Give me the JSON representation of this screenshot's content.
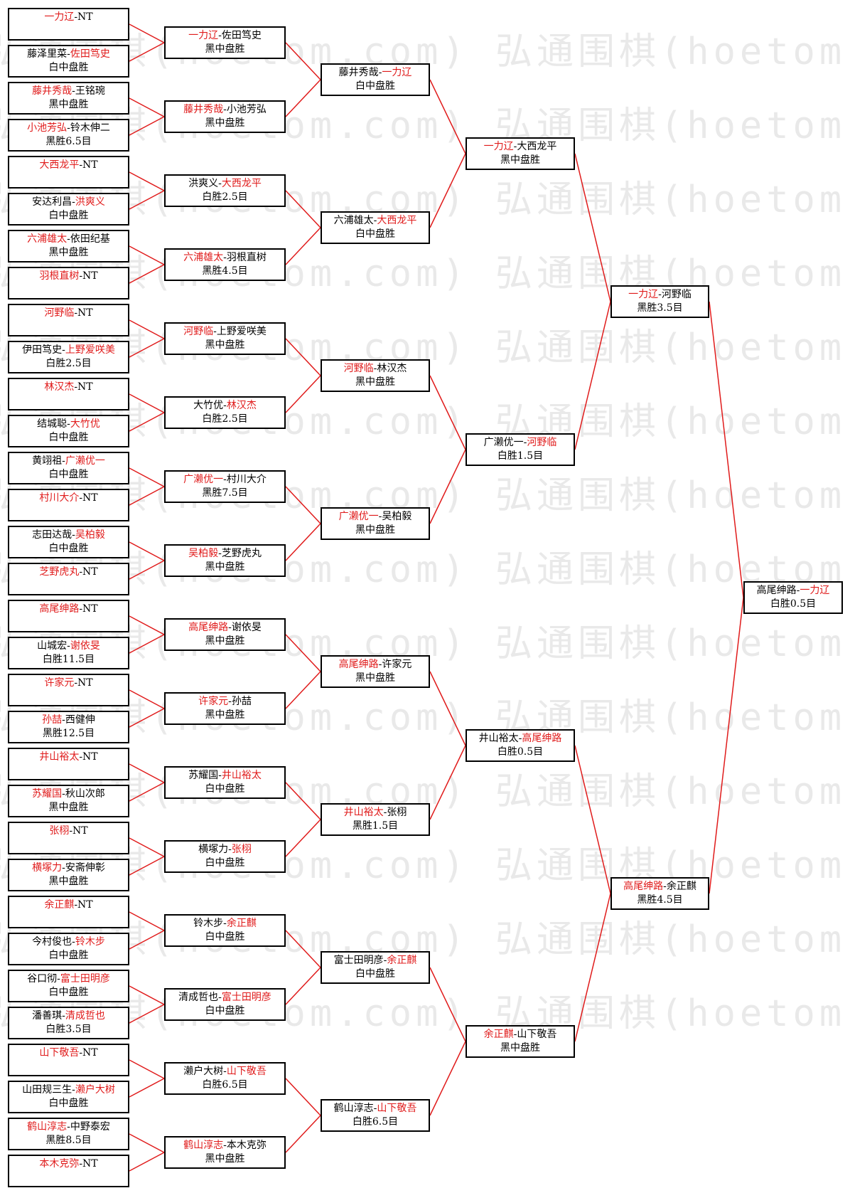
{
  "watermark": "弘通围棋(hoetom.com)",
  "colors": {
    "winner": "#e01b1b",
    "line": "#e01b1b",
    "border": "#000000"
  },
  "rounds": [
    [
      {
        "segments": [
          {
            "text": "一力辽",
            "win": true
          },
          {
            "text": "-NT",
            "win": false
          }
        ],
        "result": ""
      },
      {
        "segments": [
          {
            "text": "藤泽里菜-",
            "win": false
          },
          {
            "text": "佐田笃史",
            "win": true
          }
        ],
        "result": "白中盘胜"
      },
      {
        "segments": [
          {
            "text": "藤井秀哉",
            "win": true
          },
          {
            "text": "-王铭琬",
            "win": false
          }
        ],
        "result": "黑中盘胜"
      },
      {
        "segments": [
          {
            "text": "小池芳弘",
            "win": true
          },
          {
            "text": "-铃木伸二",
            "win": false
          }
        ],
        "result": "黑胜6.5目"
      },
      {
        "segments": [
          {
            "text": "大西龙平",
            "win": true
          },
          {
            "text": "-NT",
            "win": false
          }
        ],
        "result": ""
      },
      {
        "segments": [
          {
            "text": "安达利昌-",
            "win": false
          },
          {
            "text": "洪爽义",
            "win": true
          }
        ],
        "result": "白中盘胜"
      },
      {
        "segments": [
          {
            "text": "六浦雄太",
            "win": true
          },
          {
            "text": "-依田纪基",
            "win": false
          }
        ],
        "result": "黑中盘胜"
      },
      {
        "segments": [
          {
            "text": "羽根直树",
            "win": true
          },
          {
            "text": "-NT",
            "win": false
          }
        ],
        "result": ""
      },
      {
        "segments": [
          {
            "text": "河野临",
            "win": true
          },
          {
            "text": "-NT",
            "win": false
          }
        ],
        "result": ""
      },
      {
        "segments": [
          {
            "text": "伊田笃史-",
            "win": false
          },
          {
            "text": "上野爱咲美",
            "win": true
          }
        ],
        "result": "白胜2.5目"
      },
      {
        "segments": [
          {
            "text": "林汉杰",
            "win": true
          },
          {
            "text": "-NT",
            "win": false
          }
        ],
        "result": ""
      },
      {
        "segments": [
          {
            "text": "结城聪-",
            "win": false
          },
          {
            "text": "大竹优",
            "win": true
          }
        ],
        "result": "白中盘胜"
      },
      {
        "segments": [
          {
            "text": "黄翊祖-",
            "win": false
          },
          {
            "text": "广濑优一",
            "win": true
          }
        ],
        "result": "白中盘胜"
      },
      {
        "segments": [
          {
            "text": "村川大介",
            "win": true
          },
          {
            "text": "-NT",
            "win": false
          }
        ],
        "result": ""
      },
      {
        "segments": [
          {
            "text": "志田达哉-",
            "win": false
          },
          {
            "text": "吴柏毅",
            "win": true
          }
        ],
        "result": "白中盘胜"
      },
      {
        "segments": [
          {
            "text": "芝野虎丸",
            "win": true
          },
          {
            "text": "-NT",
            "win": false
          }
        ],
        "result": ""
      },
      {
        "segments": [
          {
            "text": "高尾绅路",
            "win": true
          },
          {
            "text": "-NT",
            "win": false
          }
        ],
        "result": ""
      },
      {
        "segments": [
          {
            "text": "山城宏-",
            "win": false
          },
          {
            "text": "谢依旻",
            "win": true
          }
        ],
        "result": "白胜11.5目"
      },
      {
        "segments": [
          {
            "text": "许家元",
            "win": true
          },
          {
            "text": "-NT",
            "win": false
          }
        ],
        "result": ""
      },
      {
        "segments": [
          {
            "text": "孙喆",
            "win": true
          },
          {
            "text": "-西健伸",
            "win": false
          }
        ],
        "result": "黑胜12.5目"
      },
      {
        "segments": [
          {
            "text": "井山裕太",
            "win": true
          },
          {
            "text": "-NT",
            "win": false
          }
        ],
        "result": ""
      },
      {
        "segments": [
          {
            "text": "苏耀国",
            "win": true
          },
          {
            "text": "-秋山次郎",
            "win": false
          }
        ],
        "result": "黑中盘胜"
      },
      {
        "segments": [
          {
            "text": "张栩",
            "win": true
          },
          {
            "text": "-NT",
            "win": false
          }
        ],
        "result": ""
      },
      {
        "segments": [
          {
            "text": "横塚力",
            "win": true
          },
          {
            "text": "-安斋伸彰",
            "win": false
          }
        ],
        "result": "黑中盘胜"
      },
      {
        "segments": [
          {
            "text": "余正麒",
            "win": true
          },
          {
            "text": "-NT",
            "win": false
          }
        ],
        "result": ""
      },
      {
        "segments": [
          {
            "text": "今村俊也-",
            "win": false
          },
          {
            "text": "铃木步",
            "win": true
          }
        ],
        "result": "白中盘胜"
      },
      {
        "segments": [
          {
            "text": "谷口彻-",
            "win": false
          },
          {
            "text": "富士田明彦",
            "win": true
          }
        ],
        "result": "白中盘胜"
      },
      {
        "segments": [
          {
            "text": "潘善琪-",
            "win": false
          },
          {
            "text": "清成哲也",
            "win": true
          }
        ],
        "result": "白胜3.5目"
      },
      {
        "segments": [
          {
            "text": "山下敬吾",
            "win": true
          },
          {
            "text": "-NT",
            "win": false
          }
        ],
        "result": ""
      },
      {
        "segments": [
          {
            "text": "山田规三生-",
            "win": false
          },
          {
            "text": "濑户大树",
            "win": true
          }
        ],
        "result": "白中盘胜"
      },
      {
        "segments": [
          {
            "text": "鹤山淳志",
            "win": true
          },
          {
            "text": "-中野泰宏",
            "win": false
          }
        ],
        "result": "黑胜8.5目"
      },
      {
        "segments": [
          {
            "text": "本木克弥",
            "win": true
          },
          {
            "text": "-NT",
            "win": false
          }
        ],
        "result": ""
      }
    ],
    [
      {
        "segments": [
          {
            "text": "一力辽",
            "win": true
          },
          {
            "text": "-佐田笃史",
            "win": false
          }
        ],
        "result": "黑中盘胜"
      },
      {
        "segments": [
          {
            "text": "藤井秀哉",
            "win": true
          },
          {
            "text": "-小池芳弘",
            "win": false
          }
        ],
        "result": "黑中盘胜"
      },
      {
        "segments": [
          {
            "text": "洪爽义-",
            "win": false
          },
          {
            "text": "大西龙平",
            "win": true
          }
        ],
        "result": "白胜2.5目"
      },
      {
        "segments": [
          {
            "text": "六浦雄太",
            "win": true
          },
          {
            "text": "-羽根直树",
            "win": false
          }
        ],
        "result": "黑胜4.5目"
      },
      {
        "segments": [
          {
            "text": "河野临",
            "win": true
          },
          {
            "text": "-上野爱咲美",
            "win": false
          }
        ],
        "result": "黑中盘胜"
      },
      {
        "segments": [
          {
            "text": "大竹优-",
            "win": false
          },
          {
            "text": "林汉杰",
            "win": true
          }
        ],
        "result": "白胜2.5目"
      },
      {
        "segments": [
          {
            "text": "广濑优一",
            "win": true
          },
          {
            "text": "-村川大介",
            "win": false
          }
        ],
        "result": "黑胜7.5目"
      },
      {
        "segments": [
          {
            "text": "吴柏毅",
            "win": true
          },
          {
            "text": "-芝野虎丸",
            "win": false
          }
        ],
        "result": "黑中盘胜"
      },
      {
        "segments": [
          {
            "text": "高尾绅路",
            "win": true
          },
          {
            "text": "-谢依旻",
            "win": false
          }
        ],
        "result": "黑中盘胜"
      },
      {
        "segments": [
          {
            "text": "许家元",
            "win": true
          },
          {
            "text": "-孙喆",
            "win": false
          }
        ],
        "result": "黑中盘胜"
      },
      {
        "segments": [
          {
            "text": "苏耀国-",
            "win": false
          },
          {
            "text": "井山裕太",
            "win": true
          }
        ],
        "result": "白中盘胜"
      },
      {
        "segments": [
          {
            "text": "横塚力-",
            "win": false
          },
          {
            "text": "张栩",
            "win": true
          }
        ],
        "result": "白中盘胜"
      },
      {
        "segments": [
          {
            "text": "铃木步-",
            "win": false
          },
          {
            "text": "余正麒",
            "win": true
          }
        ],
        "result": "白中盘胜"
      },
      {
        "segments": [
          {
            "text": "清成哲也-",
            "win": false
          },
          {
            "text": "富士田明彦",
            "win": true
          }
        ],
        "result": "白中盘胜"
      },
      {
        "segments": [
          {
            "text": "濑户大树-",
            "win": false
          },
          {
            "text": "山下敬吾",
            "win": true
          }
        ],
        "result": "白胜6.5目"
      },
      {
        "segments": [
          {
            "text": "鹤山淳志",
            "win": true
          },
          {
            "text": "-本木克弥",
            "win": false
          }
        ],
        "result": "黑中盘胜"
      }
    ],
    [
      {
        "segments": [
          {
            "text": "藤井秀哉-",
            "win": false
          },
          {
            "text": "一力辽",
            "win": true
          }
        ],
        "result": "白中盘胜"
      },
      {
        "segments": [
          {
            "text": "六浦雄太-",
            "win": false
          },
          {
            "text": "大西龙平",
            "win": true
          }
        ],
        "result": "白中盘胜"
      },
      {
        "segments": [
          {
            "text": "河野临",
            "win": true
          },
          {
            "text": "-林汉杰",
            "win": false
          }
        ],
        "result": "黑中盘胜"
      },
      {
        "segments": [
          {
            "text": "广濑优一",
            "win": true
          },
          {
            "text": "-吴柏毅",
            "win": false
          }
        ],
        "result": "黑中盘胜"
      },
      {
        "segments": [
          {
            "text": "高尾绅路",
            "win": true
          },
          {
            "text": "-许家元",
            "win": false
          }
        ],
        "result": "黑中盘胜"
      },
      {
        "segments": [
          {
            "text": "井山裕太",
            "win": true
          },
          {
            "text": "-张栩",
            "win": false
          }
        ],
        "result": "黑胜1.5目"
      },
      {
        "segments": [
          {
            "text": "富士田明彦-",
            "win": false
          },
          {
            "text": "余正麒",
            "win": true
          }
        ],
        "result": "白中盘胜"
      },
      {
        "segments": [
          {
            "text": "鹤山淳志-",
            "win": false
          },
          {
            "text": "山下敬吾",
            "win": true
          }
        ],
        "result": "白胜6.5目"
      }
    ],
    [
      {
        "segments": [
          {
            "text": "一力辽",
            "win": true
          },
          {
            "text": "-大西龙平",
            "win": false
          }
        ],
        "result": "黑中盘胜"
      },
      {
        "segments": [
          {
            "text": "广濑优一-",
            "win": false
          },
          {
            "text": "河野临",
            "win": true
          }
        ],
        "result": "白胜1.5目"
      },
      {
        "segments": [
          {
            "text": "井山裕太-",
            "win": false
          },
          {
            "text": "高尾绅路",
            "win": true
          }
        ],
        "result": "白胜0.5目"
      },
      {
        "segments": [
          {
            "text": "余正麒",
            "win": true
          },
          {
            "text": "-山下敬吾",
            "win": false
          }
        ],
        "result": "黑中盘胜"
      }
    ],
    [
      {
        "segments": [
          {
            "text": "一力辽",
            "win": true
          },
          {
            "text": "-河野临",
            "win": false
          }
        ],
        "result": "黑胜3.5目"
      },
      {
        "segments": [
          {
            "text": "高尾绅路",
            "win": true
          },
          {
            "text": "-余正麒",
            "win": false
          }
        ],
        "result": "黑胜4.5目"
      }
    ],
    [
      {
        "segments": [
          {
            "text": "高尾绅路-",
            "win": false
          },
          {
            "text": "一力辽",
            "win": true
          }
        ],
        "result": "白胜0.5目"
      }
    ]
  ]
}
